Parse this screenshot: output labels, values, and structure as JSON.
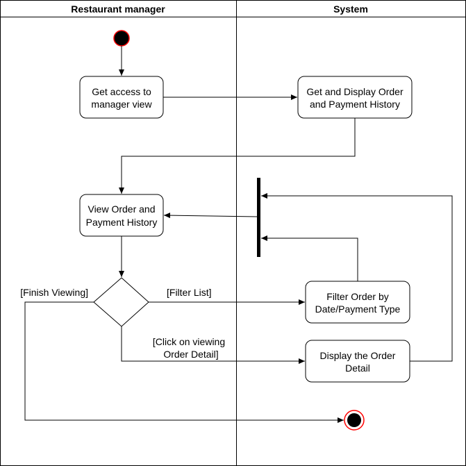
{
  "lanes": {
    "left": "Restaurant manager",
    "right": "System"
  },
  "actions": {
    "get_access": [
      "Get access to",
      "manager view"
    ],
    "get_display": [
      "Get and Display Order",
      "and Payment History"
    ],
    "view_order": [
      "View Order and",
      "Payment History"
    ],
    "filter_order": [
      "Filter Order by",
      "Date/Payment Type"
    ],
    "display_detail": [
      "Display the Order",
      "Detail"
    ]
  },
  "guards": {
    "finish": "[Finish Viewing]",
    "filter": "[Filter List]",
    "click": [
      "[Click on viewing",
      "Order Detail]"
    ]
  },
  "colors": {
    "line": "#000000",
    "initial_stroke": "#ff0000",
    "final_stroke": "#ff0000",
    "node_fill": "#ffffff"
  }
}
